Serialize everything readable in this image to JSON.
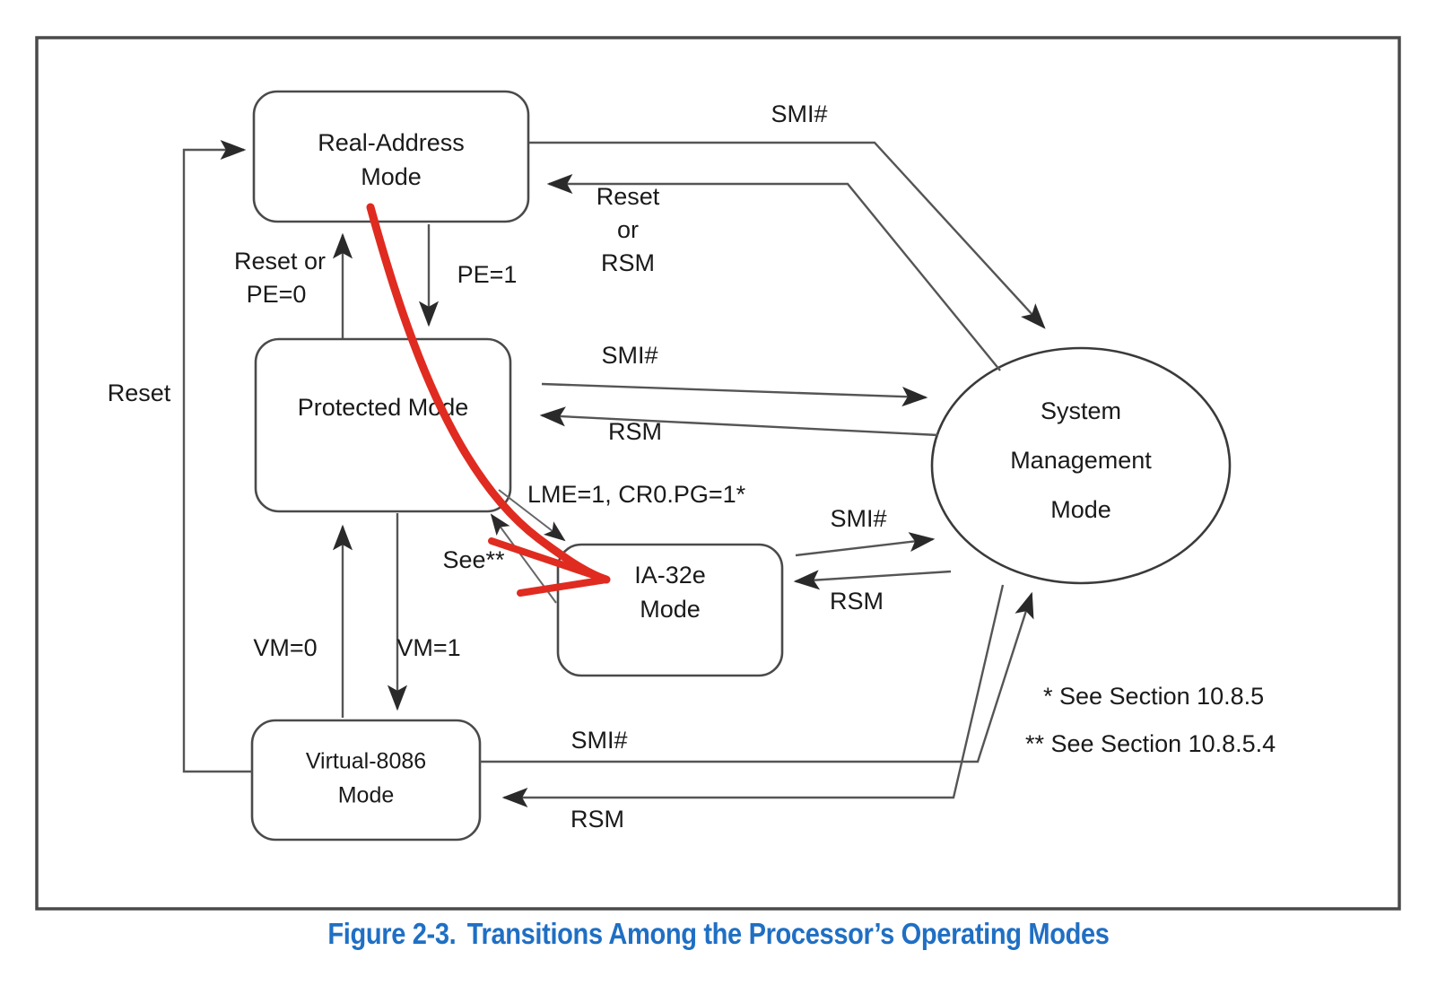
{
  "figure": {
    "caption_number": "Figure 2-3.",
    "caption_title": "Transitions Among the Processor’s Operating Modes",
    "caption_color": "#1f6fc4"
  },
  "nodes": {
    "real_address": "Real-Address\nMode",
    "real_address_line1": "Real-Address",
    "real_address_line2": "Mode",
    "protected": "Protected Mode",
    "ia32e_line1": "IA-32e",
    "ia32e_line2": "Mode",
    "virtual8086_line1": "Virtual-8086",
    "virtual8086_line2": "Mode",
    "smm_line1": "System",
    "smm_line2": "Management",
    "smm_line3": "Mode"
  },
  "edge_labels": {
    "reset": "Reset",
    "reset_or_pe0_line1": "Reset or",
    "reset_or_pe0_line2": "PE=0",
    "pe1": "PE=1",
    "vm0": "VM=0",
    "vm1": "VM=1",
    "smi_real": "SMI#",
    "reset_or_rsm_line1": "Reset",
    "reset_or_rsm_line2": "or",
    "reset_or_rsm_line3": "RSM",
    "smi_protected": "SMI#",
    "rsm_protected": "RSM",
    "smi_ia32e": "SMI#",
    "rsm_ia32e": "RSM",
    "smi_v8086": "SMI#",
    "rsm_v8086": "RSM",
    "lme_cr0pg": "LME=1, CR0.PG=1*",
    "see_dbl_star": "See**"
  },
  "footnotes": {
    "single_star": "* See Section 10.8.5",
    "double_star": "** See Section 10.8.5.4"
  },
  "annotation": {
    "color": "#e02b20",
    "name": "red-arrow-real-address-to-ia32e"
  }
}
